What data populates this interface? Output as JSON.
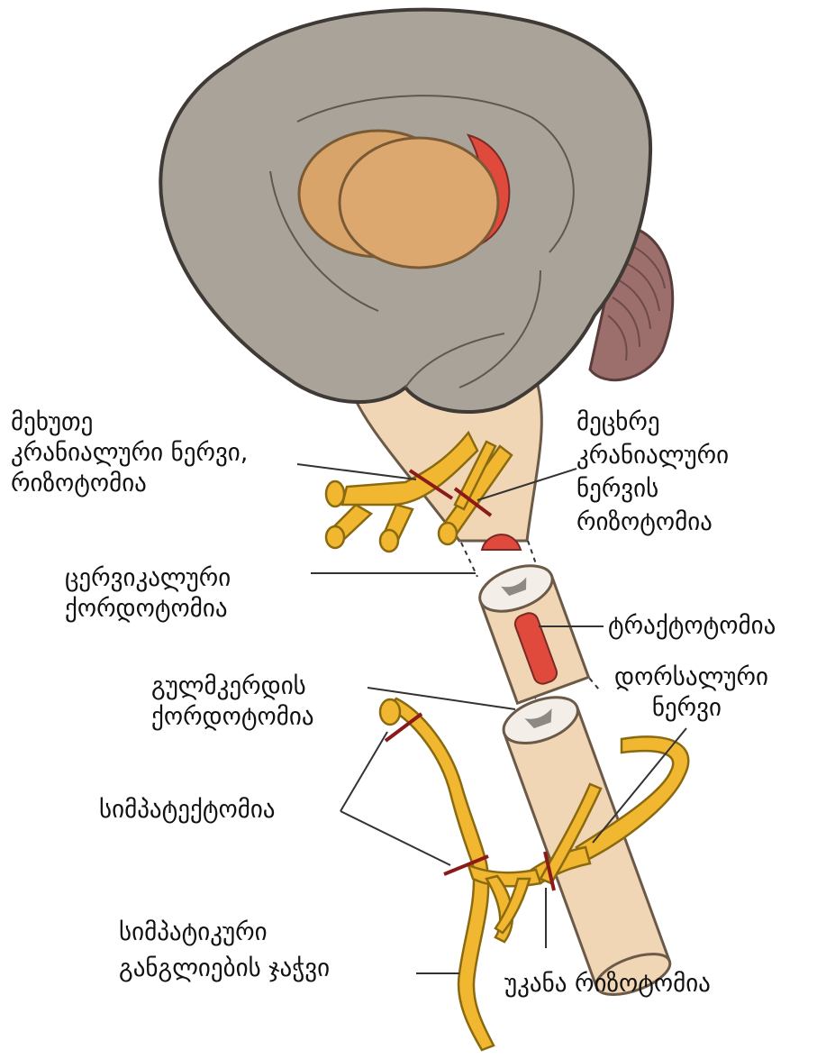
{
  "labels": {
    "fifth_nerve": [
      "მეხუთე",
      "კრანიალური ნერვი,",
      "რიზოტომია"
    ],
    "ninth_nerve": [
      "მეცხრე",
      "კრანიალური",
      "ნერვის",
      "რიზოტომია"
    ],
    "cervical_cordotomy": [
      "ცერვიკალური",
      "ქორდოტომია"
    ],
    "tractotomy": "ტრაქტოტომია",
    "thoracic_cordotomy": [
      "გულმკერდის",
      "ქორდოტომია"
    ],
    "dorsal_nerve": [
      "დორსალური",
      "ნერვი"
    ],
    "sympathectomy": "სიმპატექტომია",
    "sympathetic_chain": [
      "სიმპატიკური",
      "განგლიების ჯაჭვი"
    ],
    "posterior_rhizotomy": "უკანა რიზოტომია"
  },
  "colors": {
    "brain": "#a9a39a",
    "thalamus": "#d9a46a",
    "nerve": "#f2b730",
    "cord": "#f1d6b6",
    "lesion": "#e04a3c",
    "cut": "#8b1a1a",
    "cerebellum": "#9c6f6c"
  }
}
